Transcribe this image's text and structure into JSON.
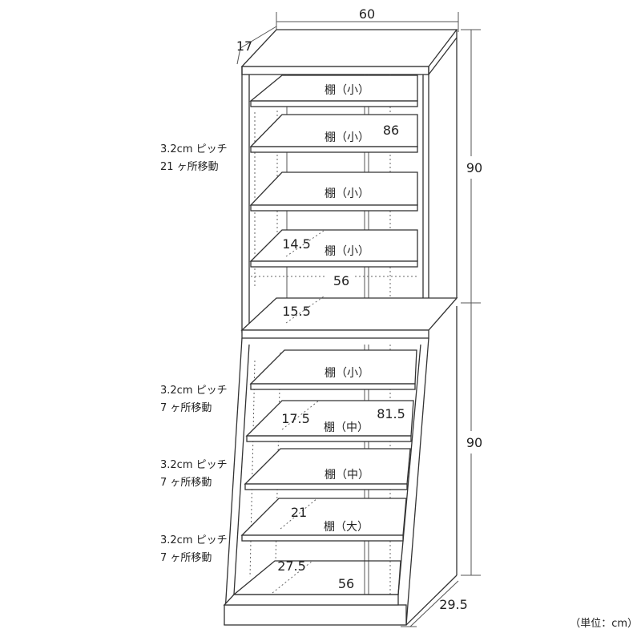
{
  "dimensions": {
    "width": "60",
    "depth_top": "17",
    "height_upper": "90",
    "height_lower": "90",
    "depth_bottom": "29.5",
    "inner_upper_height": "86",
    "inner_lower_height": "81.5",
    "inner_width_mid": "56",
    "inner_width_bottom": "56"
  },
  "clearances": {
    "upper_shelf": "14.5",
    "upper_bottom": "15.5",
    "lower_1": "17.5",
    "lower_2": "21",
    "lower_3": "27.5"
  },
  "shelves": {
    "u1": "棚（小）",
    "u2": "棚（小）",
    "u3": "棚（小）",
    "u4": "棚（小）",
    "l1": "棚（小）",
    "l2": "棚（中）",
    "l3": "棚（中）",
    "l4": "棚（大）"
  },
  "notes": {
    "upper_pitch_1": "3.2cm ピッチ",
    "upper_pitch_2": "21 ヶ所移動",
    "lower1_pitch_1": "3.2cm ピッチ",
    "lower1_pitch_2": "7 ヶ所移動",
    "lower2_pitch_1": "3.2cm ピッチ",
    "lower2_pitch_2": "7 ヶ所移動",
    "lower3_pitch_1": "3.2cm ピッチ",
    "lower3_pitch_2": "7 ヶ所移動"
  },
  "unit_note": "（単位：cm）"
}
